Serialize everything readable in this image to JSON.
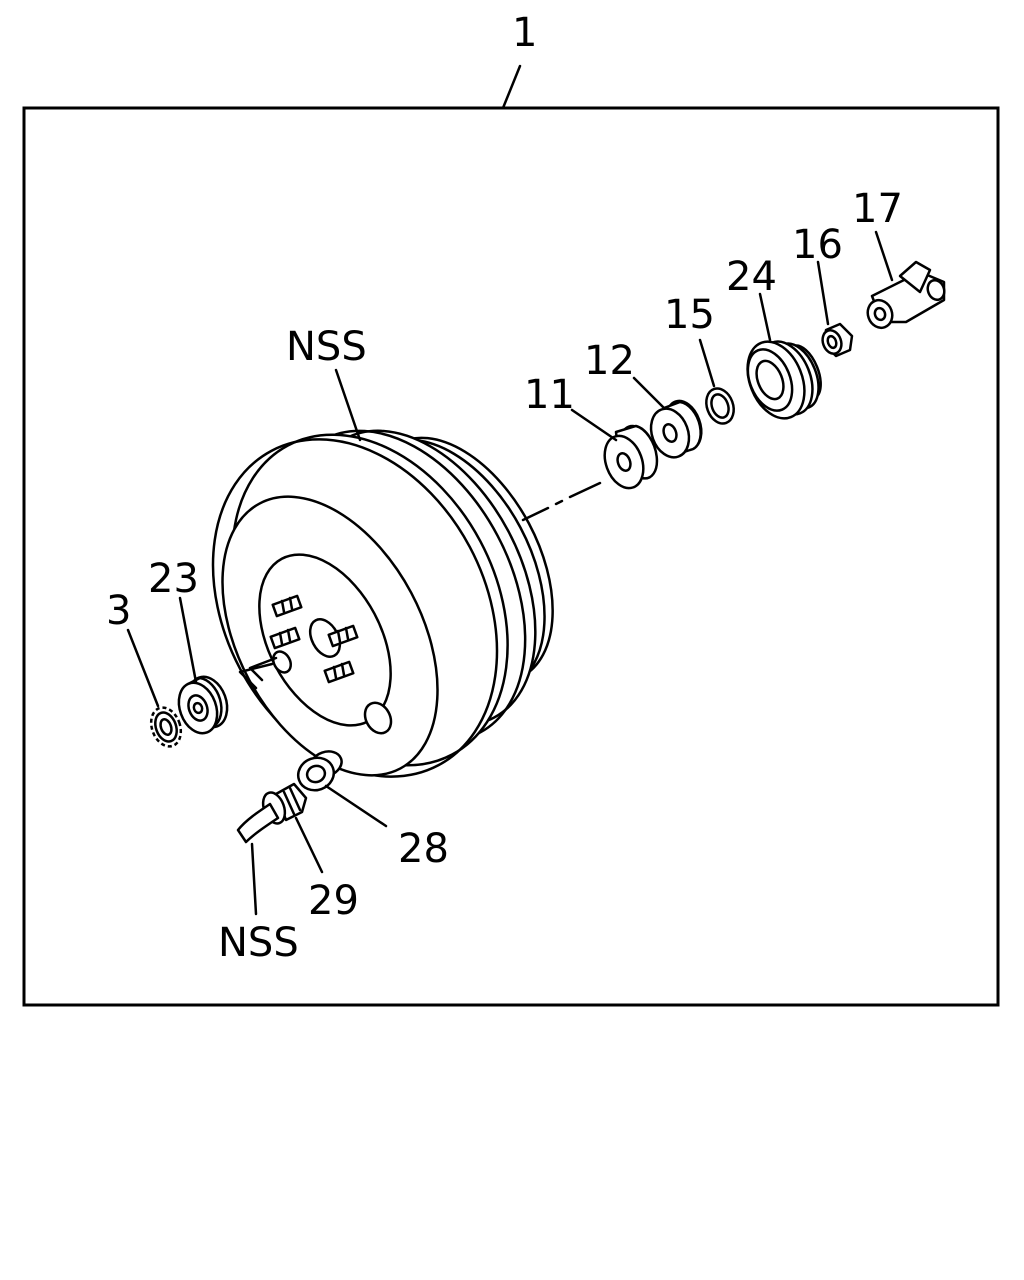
{
  "labels": {
    "assembly": "1",
    "nss_top": "NSS",
    "nss_bottom": "NSS",
    "p3": "3",
    "p11": "11",
    "p12": "12",
    "p15": "15",
    "p16": "16",
    "p17": "17",
    "p23": "23",
    "p24": "24",
    "p28": "28",
    "p29": "29"
  }
}
